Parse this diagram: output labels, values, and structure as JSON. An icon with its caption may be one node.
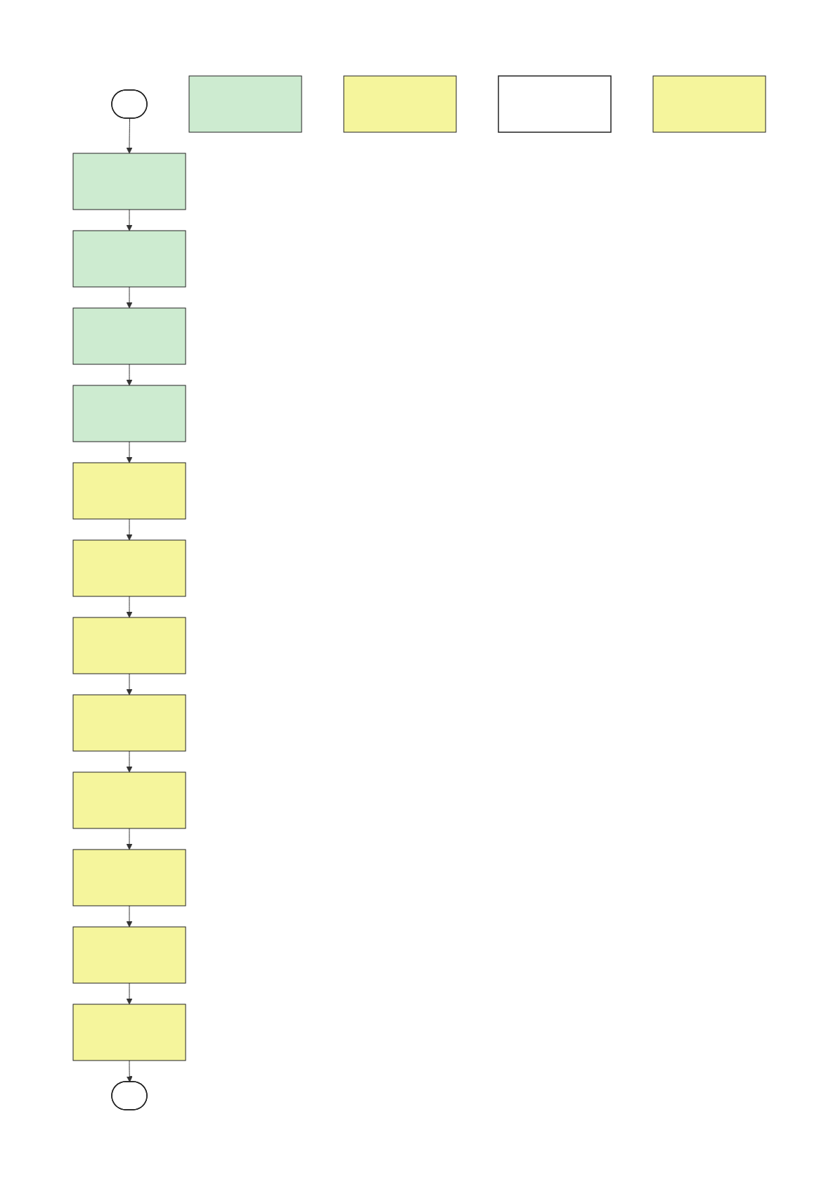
{
  "diagram": {
    "nodes": [
      {
        "text": [],
        "shape": "stadium"
      },
      {
        "text": [],
        "shape": "box"
      },
      {
        "text": [],
        "shape": "box"
      },
      {
        "text": [],
        "shape": "box"
      },
      {
        "text": [],
        "shape": "box"
      },
      {
        "text": [],
        "shape": "box"
      },
      {
        "text": [],
        "shape": "box"
      },
      {
        "text": [],
        "shape": "box"
      },
      {
        "text": [],
        "shape": "box"
      },
      {
        "text": [],
        "shape": "box"
      },
      {
        "text": [],
        "shape": "box"
      },
      {
        "text": [],
        "shape": "box"
      },
      {
        "text": [],
        "shape": "box"
      },
      {
        "text": [],
        "shape": "stadium"
      },
      {
        "text": [],
        "shape": "box"
      },
      {
        "text": [],
        "shape": "box"
      },
      {
        "text": [],
        "shape": "box"
      },
      {
        "text": [],
        "shape": "box"
      }
    ],
    "edges": [
      {
        "from": 0,
        "to": 1,
        "arrow": "to"
      },
      {
        "from": 1,
        "to": 2,
        "arrow": "to"
      },
      {
        "from": 2,
        "to": 3,
        "arrow": "to"
      },
      {
        "from": 3,
        "to": 4,
        "arrow": "to"
      },
      {
        "from": 4,
        "to": 5,
        "arrow": "to"
      },
      {
        "from": 5,
        "to": 6,
        "arrow": "to"
      },
      {
        "from": 6,
        "to": 7,
        "arrow": "to"
      },
      {
        "from": 7,
        "to": 8,
        "arrow": "to"
      },
      {
        "from": 8,
        "to": 9,
        "arrow": "to"
      },
      {
        "from": 9,
        "to": 10,
        "arrow": "to"
      },
      {
        "from": 10,
        "to": 11,
        "arrow": "to"
      },
      {
        "from": 11,
        "to": 12,
        "arrow": "to"
      },
      {
        "from": 12,
        "to": 13,
        "arrow": "to"
      }
    ]
  }
}
